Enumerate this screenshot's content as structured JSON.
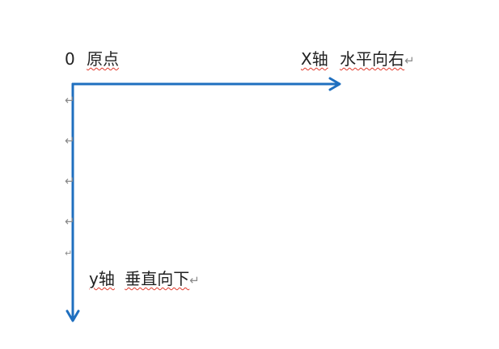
{
  "origin": {
    "zero": "0",
    "label": "原点"
  },
  "x_axis": {
    "name": "X轴",
    "desc": "水平向右"
  },
  "y_axis": {
    "name": "y轴",
    "desc": "垂直向下"
  },
  "paragraph_mark": "↵",
  "colors": {
    "axis": "#1f6fbf",
    "spellcheck": "#e0392b",
    "mark": "#8a8a8a"
  }
}
